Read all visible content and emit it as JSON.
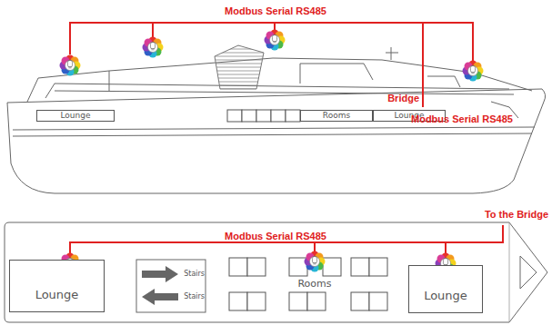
{
  "diagram": {
    "nodes": [
      {
        "text": [
          "Lounge"
        ]
      },
      {
        "text": [
          "Rooms"
        ]
      },
      {
        "text": [
          "Lounge"
        ]
      },
      {
        "text": [
          "Lounge"
        ]
      },
      {
        "text": [
          "Stairs"
        ]
      },
      {
        "text": [
          "Stairs"
        ]
      },
      {
        "text": [
          "Lounge"
        ]
      }
    ],
    "labels": [
      "Modbus Serial RS485",
      "Bridge",
      "Modbus Serial RS485",
      "To the Bridge",
      "Modbus Serial RS485",
      "Rooms"
    ]
  }
}
